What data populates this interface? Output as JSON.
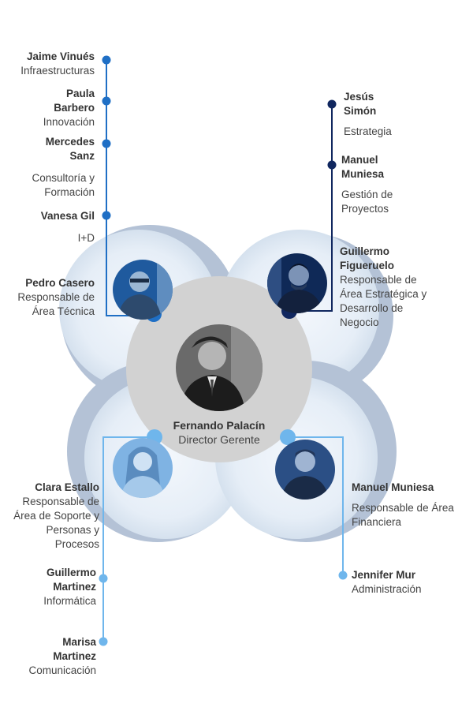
{
  "director": {
    "name": "Fernando Palacín",
    "role": "Director Gerente"
  },
  "top_left": {
    "head": {
      "name": "Pedro Casero",
      "role": "Responsable de Área Técnica"
    },
    "members": [
      {
        "name": "Jaime Vinués",
        "role": "Infraestructuras"
      },
      {
        "name": "Paula Barbero",
        "role": "Innovación"
      },
      {
        "name": "Mercedes Sanz",
        "role": "Consultoría y Formación"
      },
      {
        "name": "Vanesa Gil",
        "role": "I+D"
      }
    ]
  },
  "top_right": {
    "head": {
      "name": "Guillermo Figueruelo",
      "role": "Responsable de Área Estratégica y Desarrollo de Negocio"
    },
    "members": [
      {
        "name": "Jesús Simón",
        "role": "Estrategia"
      },
      {
        "name": "Manuel Muniesa",
        "role": "Gestión de Proyectos"
      }
    ]
  },
  "bottom_left": {
    "head": {
      "name": "Clara Estallo",
      "role": "Responsable de Área de Soporte y Personas y Procesos"
    },
    "members": [
      {
        "name": "Guillermo Martinez",
        "role": "Informática"
      },
      {
        "name": "Marisa Martinez",
        "role": "Comunicación"
      }
    ]
  },
  "bottom_right": {
    "head": {
      "name": "Manuel Muniesa",
      "role": "Responsable de Área Financiera"
    },
    "members": [
      {
        "name": "Jennifer Mur",
        "role": "Administración"
      }
    ]
  },
  "colors": {
    "top_left_line": "#1f6fc5",
    "top_right_line": "#10275f",
    "bottom_line": "#6fb6ec",
    "center_circle": "#cfcfcf",
    "petal": "#e8f0f8",
    "petal_shadow": "#b9c6d8"
  },
  "icons": [
    "avatar-photo"
  ]
}
